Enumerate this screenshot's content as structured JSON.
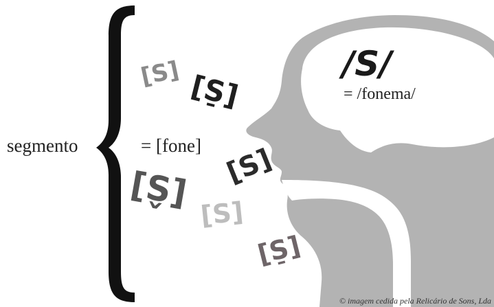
{
  "labels": {
    "segment": "segmento",
    "phone_eq": "= [fone]",
    "phoneme_symbol": "/S/",
    "phoneme_eq": "= /fonema/",
    "credit": "© imagem cedida pela Relicário de Sons, Lda"
  },
  "phones": [
    {
      "text": "[S]",
      "color": "#8a8a8a",
      "underline": false
    },
    {
      "text": "[S̠]",
      "color": "#1f1f1f",
      "underline": true
    },
    {
      "text": "[S]",
      "color": "#2b2b2b",
      "underline": false
    },
    {
      "text": "[S̬]",
      "color": "#555555",
      "underline": false
    },
    {
      "text": "[S]",
      "color": "#bdbdbd",
      "underline": false
    },
    {
      "text": "[S̠]",
      "color": "#6e6568",
      "underline": true
    }
  ],
  "colors": {
    "head": "#b3b3b3",
    "brain": "#ffffff",
    "brace": "#111111",
    "text": "#222222"
  }
}
